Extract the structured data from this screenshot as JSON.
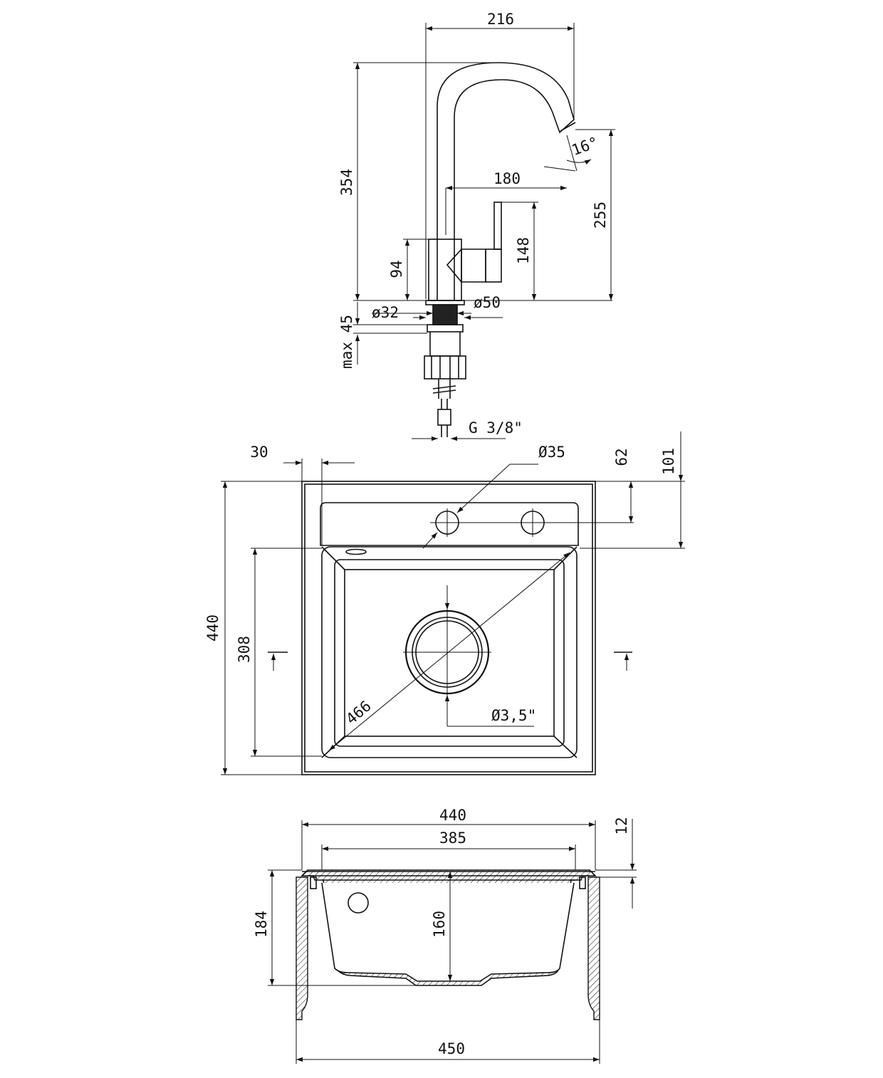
{
  "colors": {
    "line": "#111111",
    "background": "#ffffff"
  },
  "faucet": {
    "width": "216",
    "height": "354",
    "angle": "16°",
    "reach": "180",
    "spout_height": "255",
    "lever_height": "148",
    "body_height": "94",
    "thread_dia": "ø32",
    "base_dia": "ø50",
    "max_thickness": "max 45",
    "connection": "G 3/8\""
  },
  "sink_top": {
    "rim_width": "30",
    "hole_dia": "Ø35",
    "hole_offset": "62",
    "bowl_offset": "101",
    "overall": "440",
    "bowl_length": "308",
    "diagonal": "466",
    "drain_dia": "Ø3,5\""
  },
  "sink_section": {
    "overall_width": "440",
    "bowl_width": "385",
    "rim_thickness": "12",
    "overall_depth": "184",
    "bowl_depth": "160",
    "cabinet_width": "450"
  }
}
